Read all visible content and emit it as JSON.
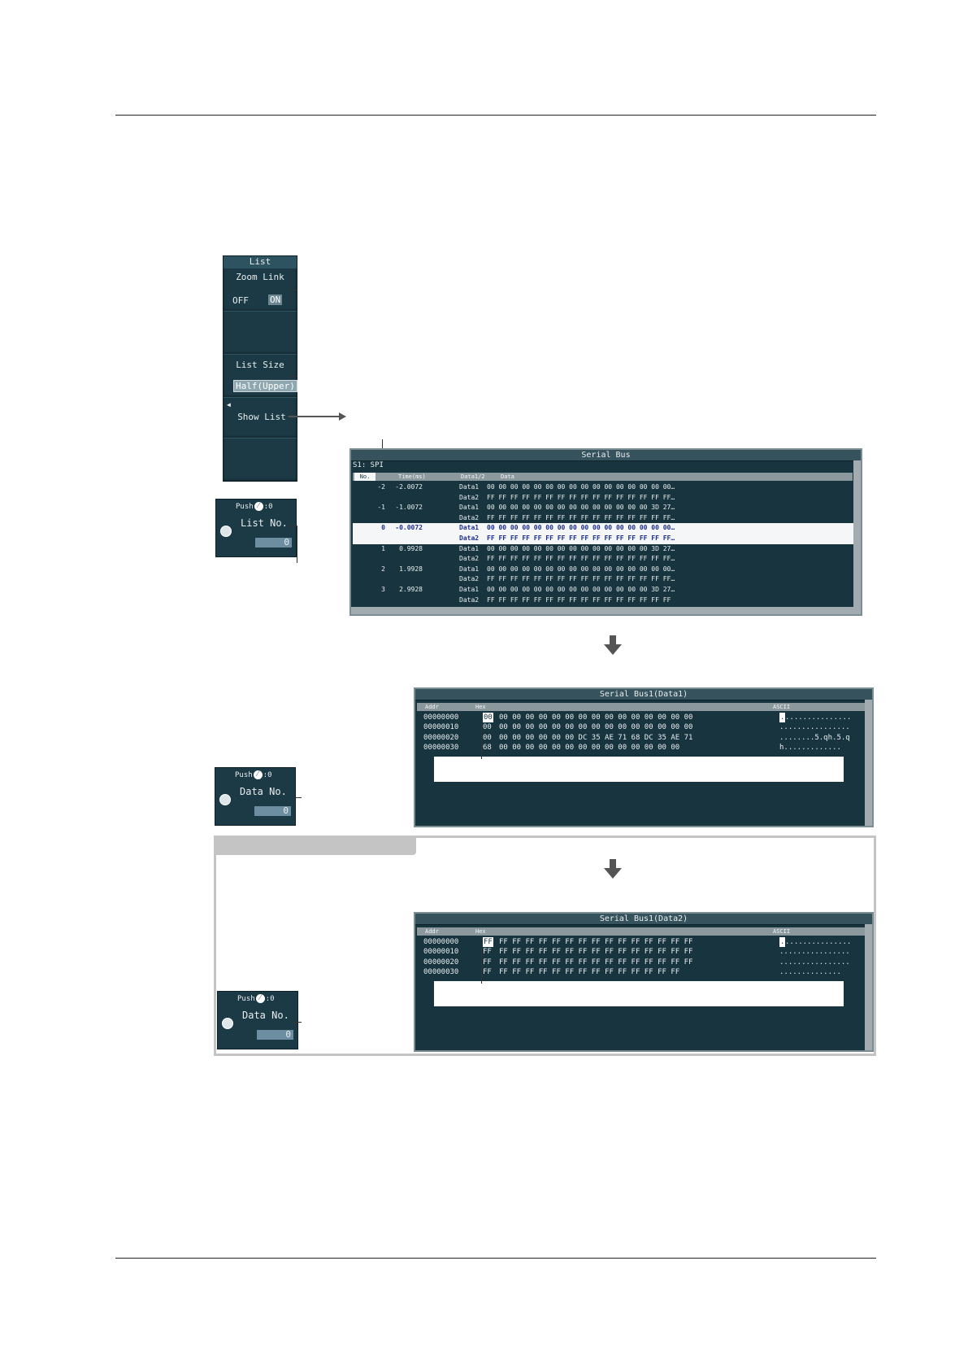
{
  "menu": {
    "title": "List",
    "zoom_link": {
      "label": "Zoom Link",
      "off": "OFF",
      "on": "ON"
    },
    "list_size": {
      "label": "List Size",
      "value": "Half(Upper)"
    },
    "show_list": {
      "label": "Show List"
    }
  },
  "list_no_knob": {
    "push": "Push",
    "push_value": ":0",
    "label": "List No.",
    "value": "0"
  },
  "data_no_knob_1": {
    "push": "Push",
    "push_value": ":0",
    "label": "Data No.",
    "value": "0"
  },
  "data_no_knob_2": {
    "push": "Push",
    "push_value": ":0",
    "label": "Data No.",
    "value": "0"
  },
  "serial_bus": {
    "title": "Serial Bus",
    "source": "S1: SPI",
    "headers": {
      "no": "No.",
      "time": "Time(ms)",
      "data12": "Data1/2",
      "data": "Data"
    },
    "rows": [
      {
        "no": "-2",
        "time": "-2.0072",
        "ch": "Data1",
        "data": "00 00 00 00 00 00 00 00 00 00 00 00 00 00 00 00…",
        "hl": false
      },
      {
        "no": "",
        "time": "",
        "ch": "Data2",
        "data": "FF FF FF FF FF FF FF FF FF FF FF FF FF FF FF FF…",
        "hl": false
      },
      {
        "no": "-1",
        "time": "-1.0072",
        "ch": "Data1",
        "data": "00 00 00 00 00 00 00 00 00 00 00 00 00 00 3D 27…",
        "hl": false
      },
      {
        "no": "",
        "time": "",
        "ch": "Data2",
        "data": "FF FF FF FF FF FF FF FF FF FF FF FF FF FF FF FF…",
        "hl": false
      },
      {
        "no": "0",
        "time": "-0.0072",
        "ch": "Data1",
        "data": "00 00 00 00 00 00 00 00 00 00 00 00 00 00 00 00…",
        "hl": true
      },
      {
        "no": "",
        "time": "",
        "ch": "Data2",
        "data": "FF FF FF FF FF FF FF FF FF FF FF FF FF FF FF FF…",
        "hl": true
      },
      {
        "no": "1",
        "time": "0.9928",
        "ch": "Data1",
        "data": "00 00 00 00 00 00 00 00 00 00 00 00 00 00 3D 27…",
        "hl": false
      },
      {
        "no": "",
        "time": "",
        "ch": "Data2",
        "data": "FF FF FF FF FF FF FF FF FF FF FF FF FF FF FF FF…",
        "hl": false
      },
      {
        "no": "2",
        "time": "1.9928",
        "ch": "Data1",
        "data": "00 00 00 00 00 00 00 00 00 00 00 00 00 00 00 00…",
        "hl": false
      },
      {
        "no": "",
        "time": "",
        "ch": "Data2",
        "data": "FF FF FF FF FF FF FF FF FF FF FF FF FF FF FF FF…",
        "hl": false
      },
      {
        "no": "3",
        "time": "2.9928",
        "ch": "Data1",
        "data": "00 00 00 00 00 00 00 00 00 00 00 00 00 00 3D 27…",
        "hl": false
      },
      {
        "no": "",
        "time": "",
        "ch": "Data2",
        "data": "FF FF FF FF FF FF FF FF FF FF FF FF FF FF FF FF",
        "hl": false
      }
    ]
  },
  "data1_screen": {
    "title": "Serial Bus1(Data1)",
    "headers": {
      "addr": "Addr",
      "hex": "Hex",
      "ascii": "ASCII"
    },
    "rows": [
      {
        "addr": "00000000",
        "first": "00",
        "rest": "00  00  00  00  00  00  00  00  00  00  00  00  00  00  00",
        "ascii_cursor": ".",
        "ascii": "...............",
        "cursor": true
      },
      {
        "addr": "00000010",
        "first": "00",
        "rest": "00  00  00  00  00  00  00  00  00  00  00  00  00  00  00",
        "ascii_cursor": "",
        "ascii": "................",
        "cursor": false
      },
      {
        "addr": "00000020",
        "first": "00",
        "rest": "00  00  00  00  00  00  DC  35  AE  71  68  DC  35  AE  71",
        "ascii_cursor": "",
        "ascii": "........5.qh.5.q",
        "cursor": false
      },
      {
        "addr": "00000030",
        "first": "68",
        "rest": "00  00  00  00  00  00  00  00  00  00  00  00  00  00",
        "ascii_cursor": "",
        "ascii": "h.............",
        "cursor": false
      }
    ]
  },
  "data2_screen": {
    "title": "Serial Bus1(Data2)",
    "headers": {
      "addr": "Addr",
      "hex": "Hex",
      "ascii": "ASCII"
    },
    "rows": [
      {
        "addr": "00000000",
        "first": "FF",
        "rest": "FF  FF  FF  FF  FF  FF  FF  FF  FF  FF  FF  FF  FF  FF  FF",
        "ascii_cursor": ".",
        "ascii": "...............",
        "cursor": true
      },
      {
        "addr": "00000010",
        "first": "FF",
        "rest": "FF  FF  FF  FF  FF  FF  FF  FF  FF  FF  FF  FF  FF  FF  FF",
        "ascii_cursor": "",
        "ascii": "................",
        "cursor": false
      },
      {
        "addr": "00000020",
        "first": "FF",
        "rest": "FF  FF  FF  FF  FF  FF  FF  FF  FF  FF  FF  FF  FF  FF  FF",
        "ascii_cursor": "",
        "ascii": "................",
        "cursor": false
      },
      {
        "addr": "00000030",
        "first": "FF",
        "rest": "FF  FF  FF  FF  FF  FF  FF  FF  FF  FF  FF  FF  FF  FF",
        "ascii_cursor": "",
        "ascii": "..............",
        "cursor": false
      }
    ]
  },
  "colors": {
    "screen_bg": "#17343f",
    "highlight_text": "#1d2f8c",
    "frame": "#c4c4c4"
  }
}
